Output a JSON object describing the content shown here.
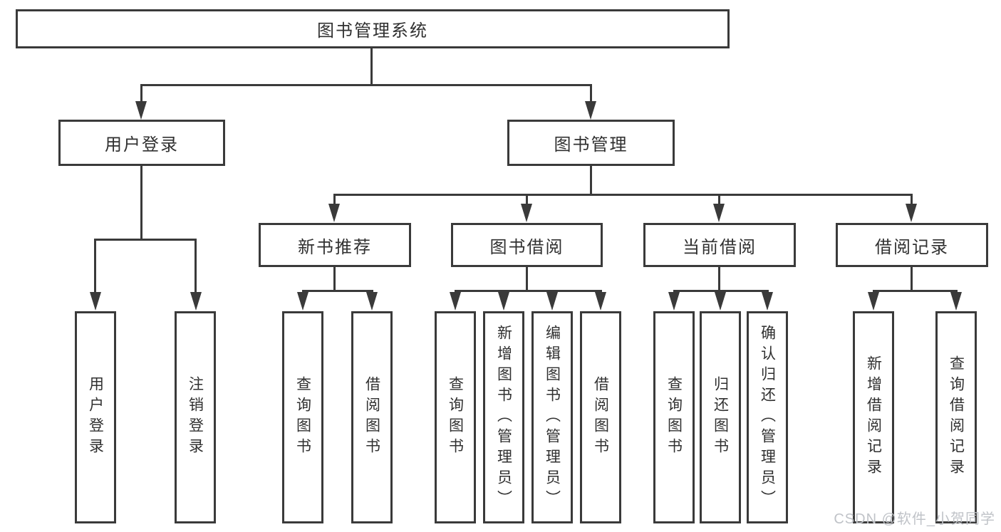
{
  "colors": {
    "line": "#3a3a3a",
    "text": "#303030",
    "watermark": "#c0c3c8",
    "background": "#ffffff"
  },
  "tree": {
    "root": {
      "label": "图书管理系统",
      "children": [
        {
          "label": "用户登录",
          "children": [
            {
              "label": "用户登录"
            },
            {
              "label": "注销登录"
            }
          ]
        },
        {
          "label": "图书管理",
          "children": [
            {
              "label": "新书推荐",
              "children": [
                {
                  "label": "查询图书"
                },
                {
                  "label": "借阅图书"
                }
              ]
            },
            {
              "label": "图书借阅",
              "children": [
                {
                  "label": "查询图书"
                },
                {
                  "label": "新增图书（管理员）"
                },
                {
                  "label": "编辑图书（管理员）"
                },
                {
                  "label": "借阅图书"
                }
              ]
            },
            {
              "label": "当前借阅",
              "children": [
                {
                  "label": "查询图书"
                },
                {
                  "label": "归还图书"
                },
                {
                  "label": "确认归还（管理员）"
                }
              ]
            },
            {
              "label": "借阅记录",
              "children": [
                {
                  "label": "新增借阅记录"
                },
                {
                  "label": "查询借阅记录"
                }
              ]
            }
          ]
        }
      ]
    }
  },
  "watermark": {
    "text": "CSDN @软件_小贺同学"
  }
}
